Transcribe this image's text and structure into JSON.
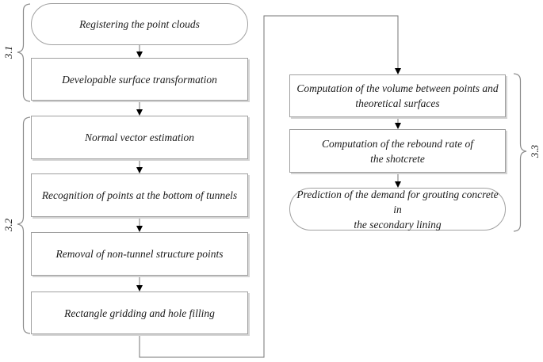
{
  "diagram": {
    "left_column": {
      "nodes": [
        {
          "shape": "stadium",
          "label": "Registering the point clouds"
        },
        {
          "shape": "rect",
          "label": "Developable surface transformation"
        },
        {
          "shape": "rect",
          "label": "Normal vector estimation"
        },
        {
          "shape": "rect",
          "label": "Recognition of points at the bottom of tunnels"
        },
        {
          "shape": "rect",
          "label": "Removal of non-tunnel structure points"
        },
        {
          "shape": "rect",
          "label": "Rectangle gridding and hole filling"
        }
      ]
    },
    "right_column": {
      "nodes": [
        {
          "shape": "rect",
          "label": "Computation of the volume between points and\ntheoretical surfaces"
        },
        {
          "shape": "rect",
          "label": "Computation of the rebound rate of\nthe shotcrete"
        },
        {
          "shape": "stadium",
          "label": "Prediction of the demand for grouting concrete in\nthe secondary lining"
        }
      ]
    },
    "section_labels": {
      "s1": "3.1",
      "s2": "3.2",
      "s3": "3.3"
    },
    "colors": {
      "background": "#ffffff",
      "box_border": "#a0a0a0",
      "box_shadow": "#d4d4d4",
      "connector_line": "#757575",
      "arrowhead": "#000000",
      "brace": "#8a8a8a",
      "text": "#1a1a1a"
    }
  }
}
